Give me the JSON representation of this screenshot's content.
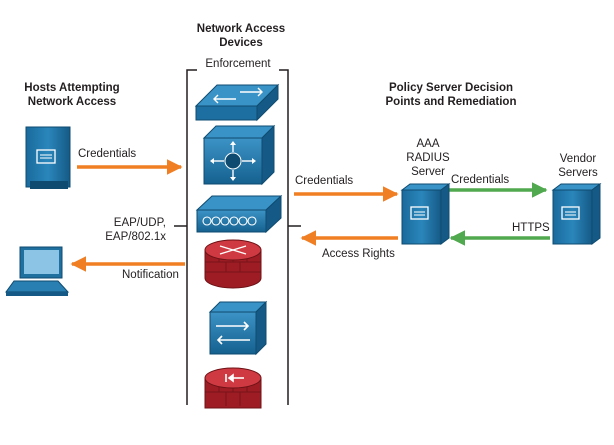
{
  "headings": {
    "network_access_devices": "Network Access\nDevices",
    "hosts": "Hosts Attempting\nNetwork Access",
    "policy_server": "Policy Server Decision\nPoints and Remediation"
  },
  "labels": {
    "enforcement": "Enforcement",
    "credentials_left": "Credentials",
    "eap": "EAP/UDP,\nEAP/802.1x",
    "notification": "Notification",
    "credentials_mid": "Credentials",
    "access_rights": "Access Rights",
    "aaa_server": "AAA\nRADIUS\nServer",
    "credentials_right": "Credentials",
    "vendor_servers": "Vendor\nServers",
    "https": "HTTPS"
  },
  "colors": {
    "orange_arrow": "#f07f24",
    "green_arrow": "#51a94f",
    "device_blue": "#1d6fa2",
    "firewall_red": "#b8232b"
  },
  "icons": [
    "host-tower-icon",
    "laptop-icon",
    "switch-icon",
    "layer3-switch-icon",
    "wireless-controller-icon",
    "router-icon",
    "content-switch-icon",
    "firewall-icon",
    "aaa-server-icon",
    "vendor-server-icon"
  ]
}
